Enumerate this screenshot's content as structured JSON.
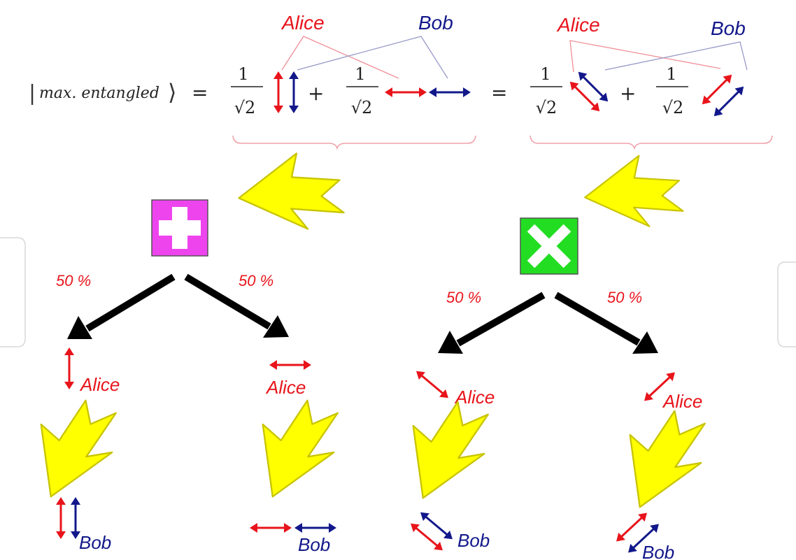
{
  "equation": {
    "ket_label": "max. entangled",
    "equals": "=",
    "plus": "+",
    "frac_numerator": "1",
    "frac_denominator": "√2"
  },
  "labels": {
    "alice": "Alice",
    "bob": "Bob"
  },
  "bases": [
    {
      "name": "plus",
      "symbol": "plus-sign-icon",
      "color": "#ee44ee"
    },
    {
      "name": "cross",
      "symbol": "cross-sign-icon",
      "color": "#22dd22"
    }
  ],
  "probability": "50 %",
  "colors": {
    "alice": "#e8141b",
    "bob": "#12188a",
    "probability": "#e8141b",
    "yellow_arrow": "#ffff00",
    "yellow_outline": "#c8c400",
    "pink_brace": "#f0a0a8",
    "connector_red": "#f09098",
    "connector_blue": "#9898c8"
  }
}
